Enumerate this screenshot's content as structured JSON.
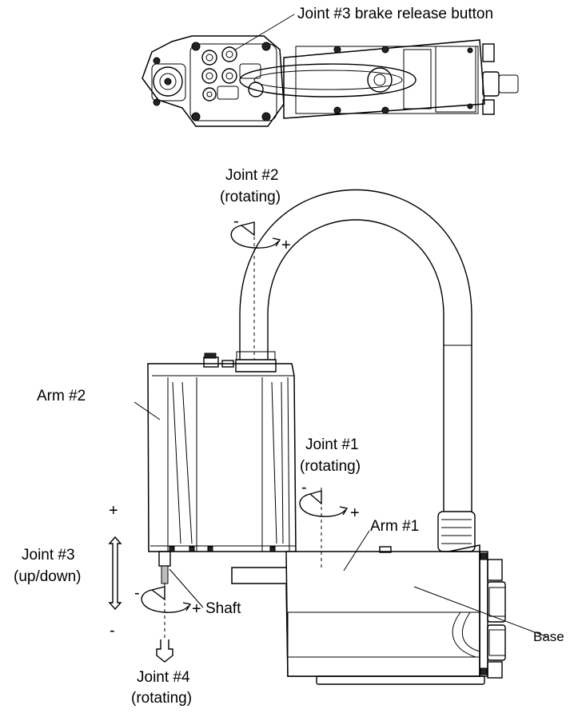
{
  "labels": {
    "brake_release": "Joint #3 brake release button",
    "joint2_title": "Joint #2",
    "joint2_sub": "(rotating)",
    "joint1_title": "Joint #1",
    "joint1_sub": "(rotating)",
    "joint3_title": "Joint #3",
    "joint3_sub": "(up/down)",
    "joint4_title": "Joint #4",
    "joint4_sub": "(rotating)",
    "arm2": "Arm  #2",
    "arm1": "Arm #1",
    "shaft": "Shaft",
    "base": "Base"
  },
  "signs": {
    "joint2_minus": "-",
    "joint2_plus": "+",
    "joint1_minus": "-",
    "joint1_plus": "+",
    "joint3_plus": "+",
    "joint3_minus": "-",
    "joint4_minus": "-",
    "joint4_plus": "+"
  }
}
